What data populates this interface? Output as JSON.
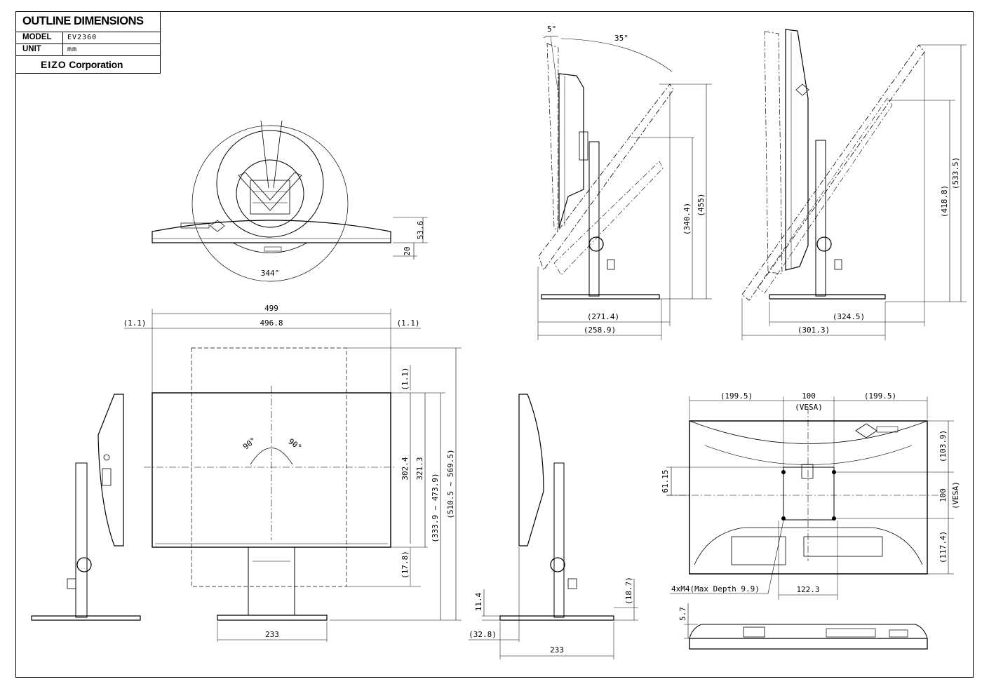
{
  "title_block": {
    "title": "OUTLINE DIMENSIONS",
    "model_label": "MODEL",
    "model_value": "EV2360",
    "unit_label": "UNIT",
    "unit_value": "mm",
    "logo_brand": "EIZO",
    "logo_suffix": "Corporation"
  },
  "top_view": {
    "swivel_angle": "344°",
    "dim_53_6": "53.6",
    "dim_20": "20"
  },
  "tilt_view": {
    "tilt_back_angle": "5°",
    "tilt_fwd_angle": "35°",
    "dim_455": "(455)",
    "dim_340_4": "(340.4)",
    "dim_271_4": "(271.4)",
    "dim_258_9": "(258.9)"
  },
  "rotated_view": {
    "dim_533_5": "(533.5)",
    "dim_418_8": "(418.8)",
    "dim_324_5": "(324.5)",
    "dim_301_3": "(301.3)"
  },
  "front_view": {
    "dim_499": "499",
    "dim_496_8": "496.8",
    "dim_1_1_left": "(1.1)",
    "dim_1_1_right": "(1.1)",
    "dim_1_1_top": "(1.1)",
    "pivot_left": "90°",
    "pivot_right": "90°",
    "dim_302_4": "302.4",
    "dim_321_3": "321.3",
    "dim_height_range": "(333.9 ~ 473.9)",
    "dim_total_range": "(510.5 ~ 569.5)",
    "dim_17_8": "(17.8)",
    "dim_base_width": "233"
  },
  "side_view": {
    "dim_11_4": "11.4",
    "dim_18_7": "(18.7)",
    "dim_32_8": "(32.8)",
    "dim_base_depth": "233"
  },
  "rear_view": {
    "dim_199_5_left": "(199.5)",
    "dim_100_top": "100",
    "vesa_top": "(VESA)",
    "dim_199_5_right": "(199.5)",
    "dim_103_9": "(103.9)",
    "dim_100_right": "100",
    "vesa_right": "(VESA)",
    "dim_117_4": "(117.4)",
    "dim_61_15": "61.15",
    "screw_note": "4xM4(Max Depth 9.9)",
    "dim_122_3": "122.3"
  },
  "bottom_view": {
    "dim_5_7": "5.7"
  }
}
